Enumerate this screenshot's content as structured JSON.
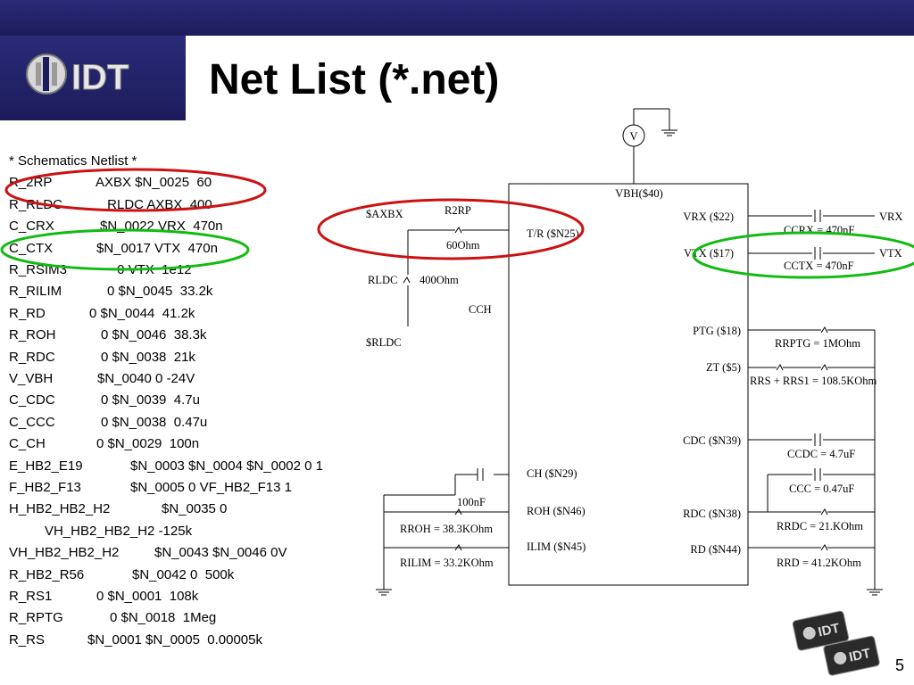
{
  "logo": {
    "text": "IDT"
  },
  "title": "Net List (*.net)",
  "netlist": [
    {
      "name": "* Schematics Netlist *",
      "value": ""
    },
    {
      "name": "R_2RP",
      "value": "AXBX $N_0025  60"
    },
    {
      "name": "R_RLDC",
      "value": " RLDC AXBX  400"
    },
    {
      "name": "C_CRX",
      "value": "$N_0022 VRX  470n"
    },
    {
      "name": "C_CTX",
      "value": "$N_0017 VTX  470n"
    },
    {
      "name": "R_RSIM3",
      "value": " 0 VTX  1e12"
    },
    {
      "name": "R_RILIM",
      "value": "0 $N_0045  33.2k"
    },
    {
      "name": "R_RD",
      "value": "0 $N_0044  41.2k"
    },
    {
      "name": "R_ROH",
      "value": "0 $N_0046  38.3k"
    },
    {
      "name": "R_RDC",
      "value": "0 $N_0038  21k"
    },
    {
      "name": "V_VBH",
      "value": "$N_0040 0 -24V"
    },
    {
      "name": "C_CDC",
      "value": "0 $N_0039  4.7u"
    },
    {
      "name": "C_CCC",
      "value": "0 $N_0038  0.47u"
    },
    {
      "name": "C_CH",
      "value": "0 $N_0029  100n"
    },
    {
      "name": "E_HB2_E19",
      "value": "$N_0003 $N_0004 $N_0002 0 1"
    },
    {
      "name": "F_HB2_F13",
      "value": "$N_0005 0 VF_HB2_F13 1"
    },
    {
      "name": "H_HB2_HB2_H2",
      "value": "$N_0035 0"
    },
    {
      "name": "",
      "value": "VH_HB2_HB2_H2 -125k"
    },
    {
      "name": "VH_HB2_HB2_H2",
      "value": "$N_0043 $N_0046 0V"
    },
    {
      "name": "R_HB2_R56",
      "value": "$N_0042 0  500k"
    },
    {
      "name": "R_RS1",
      "value": "0 $N_0001  108k"
    },
    {
      "name": "R_RPTG",
      "value": "0 $N_0018  1Meg"
    },
    {
      "name": "R_RS",
      "value": "$N_0001 $N_0005  0.00005k"
    }
  ],
  "schematic": {
    "source_label": "V",
    "chip_top": "VBH($40)",
    "left_pins": [
      "T/R ($N25)",
      "CH ($N29)",
      "ROH ($N46)",
      "ILIM ($N45)"
    ],
    "right_pins": [
      "VRX ($22)",
      "VTX ($17)",
      "PTG ($18)",
      "ZT ($5)",
      "CDC ($N39)",
      "RDC ($N38)",
      "RD ($N44)"
    ],
    "left_labels": [
      "$AXBX",
      "R2RP",
      "60Ohm",
      "RLDC",
      "400Ohm",
      "CCH",
      "$RLDC",
      "100nF",
      "RROH = 38.3KOhm",
      "RILIM = 33.2KOhm"
    ],
    "right_labels": [
      "CCRX = 470nF",
      "VRX",
      "CCTX = 470nF",
      "VTX",
      "RRPTG = 1MOhm",
      "RRS + RRS1 = 108.5KOhm",
      "CCDC = 4.7uF",
      "CCC = 0.47uF",
      "RRDC = 21.KOhm",
      "RRD = 41.2KOhm"
    ]
  },
  "page_number": "5",
  "colors": {
    "header": "#21216b",
    "highlight_red": "#cc1111",
    "highlight_green": "#11bb11"
  }
}
